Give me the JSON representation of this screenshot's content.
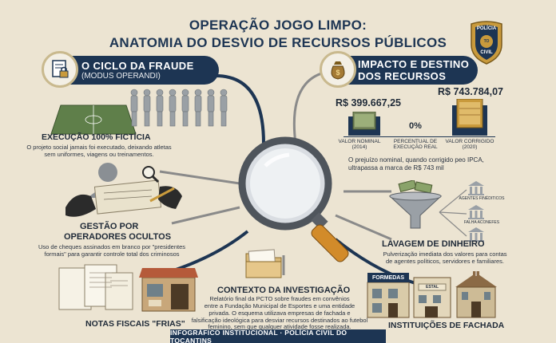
{
  "header": {
    "title_line1": "OPERAÇÃO JOGO LIMPO:",
    "title_line2": "ANATOMIA DO DESVIO DE RECURSOS PÚBLICOS"
  },
  "badge": {
    "top_text": "POLÍCIA",
    "bottom_text": "CIVIL",
    "small_text": "TO"
  },
  "left_banner": {
    "title": "O CICLO DA FRAUDE",
    "subtitle": "(MODUS OPERANDI)"
  },
  "right_banner": {
    "title_line1": "IMPACTO E DESTINO",
    "title_line2": "DOS RECURSOS"
  },
  "execucao": {
    "heading": "EXECUÇÃO 100% FICTÍCIA",
    "desc_line1": "O projeto social jamais foi executado, deixando atletas",
    "desc_line2": "sem uniformes, viagens ou treinamentos."
  },
  "gestao": {
    "heading_line1": "GESTÃO POR",
    "heading_line2": "OPERADORES OCULTOS",
    "desc_line1": "Uso de cheques assinados em branco por \"presidentes",
    "desc_line2": "formais\" para garantir controle total dos criminosos"
  },
  "notas": {
    "heading": "NOTAS FISCAIS \"FRIAS\""
  },
  "contexto": {
    "heading": "CONTEXTO DA INVESTIGAÇÃO",
    "desc_line1": "Relatório final da PCTO sobre fraudes em convênios",
    "desc_line2": "entre a Fundação Municipal de Esportes e uma entidade",
    "desc_line3": "privada. O esquema utilizava empresas de fachada e",
    "desc_line4": "falsificação ideológica para desviar recursos destinados ao futebol",
    "desc_line5": "feminino, sem que qualquer atividade fosse realizada."
  },
  "impacto": {
    "nominal_value": "R$ 399.667,25",
    "corrected_value": "R$ 743.784,07",
    "percent_value": "0%",
    "nominal_label_line1": "VALOR NOMINAL",
    "nominal_label_line2": "(2014)",
    "percent_label_line1": "PERCENTUAL DE",
    "percent_label_line2": "EXECUÇÃO REAL",
    "corrected_label_line1": "VALOR CORRIGIDO",
    "corrected_label_line2": "(2020)",
    "note_line1": "O prejuízo nominal, quando corrigido peo IPCA,",
    "note_line2": "ultrapassa a marca de R$ 743 mil"
  },
  "lavagem": {
    "heading": "LAVAGEM DE DINHEIRO",
    "desc_line1": "Pulverização imediata dos valores para contas",
    "desc_line2": "de agentes políticos, servidores e familiares.",
    "bank1": "AGENTES FINÉDITICOS",
    "bank2": "FALHA ACONEFES",
    "bank3": ""
  },
  "fachada": {
    "heading": "INSTITUIÇÕES DE FACHADA",
    "sign1": "FORMEDAS",
    "sign2": "ESTAL"
  },
  "footer": {
    "text": "INFOGRÁFICO INSTITUCIONAL · POLÍCIA CIVIL DO TOCANTINS"
  },
  "colors": {
    "navy": "#1d3553",
    "gold": "#c99a3c",
    "background": "#ece4d2"
  }
}
